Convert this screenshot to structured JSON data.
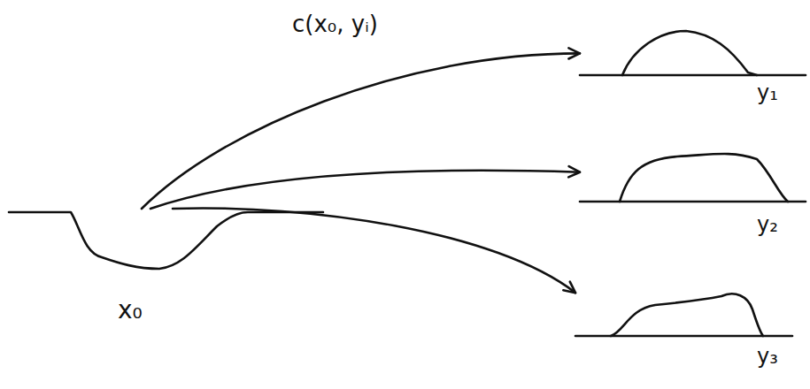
{
  "diagram": {
    "nodes": [
      {
        "text": [
          "x₀"
        ]
      },
      {
        "text": [
          "y₁"
        ]
      },
      {
        "text": [
          "y₂"
        ]
      },
      {
        "text": [
          "y₃"
        ]
      }
    ],
    "edges": [
      {
        "from": 0,
        "to": 1,
        "arrow": "to"
      },
      {
        "from": 0,
        "to": 2,
        "arrow": "to"
      },
      {
        "from": 0,
        "to": 3,
        "arrow": "to"
      }
    ],
    "labels": [
      "c(x₀, yᵢ)"
    ]
  }
}
